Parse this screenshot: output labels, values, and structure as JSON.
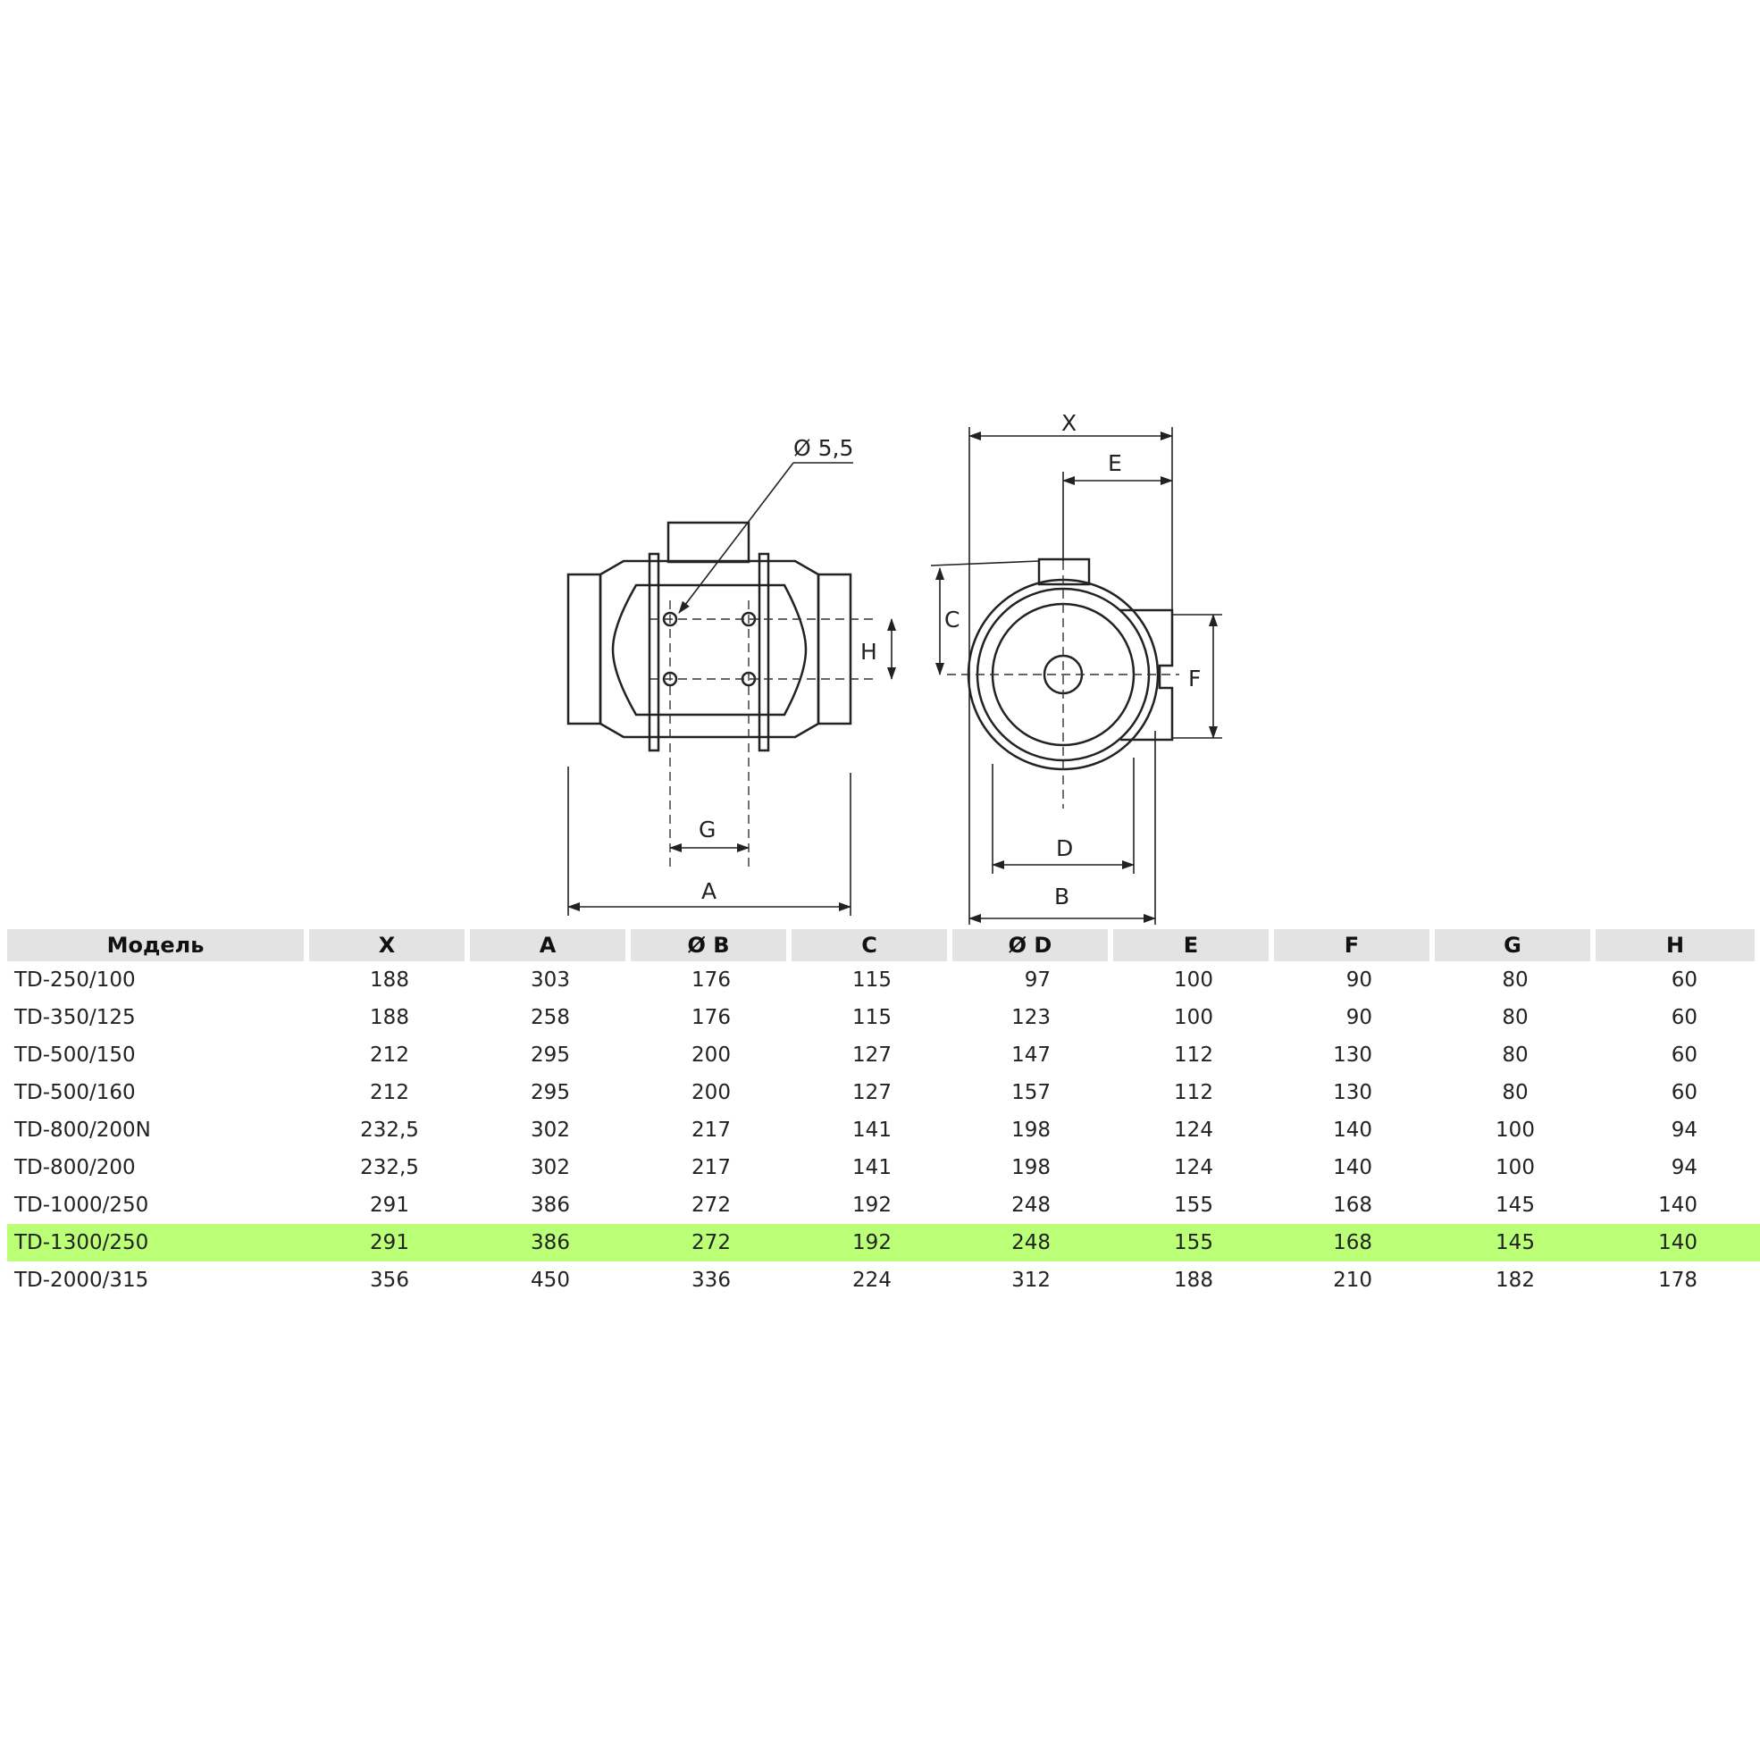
{
  "diagram": {
    "labels": {
      "hole_diameter": "Ø 5,5",
      "x": "X",
      "e": "E",
      "c": "C",
      "h": "H",
      "f": "F",
      "g": "G",
      "a": "A",
      "d": "D",
      "b": "B"
    }
  },
  "table": {
    "headers": [
      "Модель",
      "X",
      "A",
      "Ø B",
      "C",
      "Ø D",
      "E",
      "F",
      "G",
      "H"
    ],
    "rows": [
      [
        "TD-250/100",
        "188",
        "303",
        "176",
        "115",
        "97",
        "100",
        "90",
        "80",
        "60"
      ],
      [
        "TD-350/125",
        "188",
        "258",
        "176",
        "115",
        "123",
        "100",
        "90",
        "80",
        "60"
      ],
      [
        "TD-500/150",
        "212",
        "295",
        "200",
        "127",
        "147",
        "112",
        "130",
        "80",
        "60"
      ],
      [
        "TD-500/160",
        "212",
        "295",
        "200",
        "127",
        "157",
        "112",
        "130",
        "80",
        "60"
      ],
      [
        "TD-800/200N",
        "232,5",
        "302",
        "217",
        "141",
        "198",
        "124",
        "140",
        "100",
        "94"
      ],
      [
        "TD-800/200",
        "232,5",
        "302",
        "217",
        "141",
        "198",
        "124",
        "140",
        "100",
        "94"
      ],
      [
        "TD-1000/250",
        "291",
        "386",
        "272",
        "192",
        "248",
        "155",
        "168",
        "145",
        "140"
      ],
      [
        "TD-1300/250",
        "291",
        "386",
        "272",
        "192",
        "248",
        "155",
        "168",
        "145",
        "140"
      ],
      [
        "TD-2000/315",
        "356",
        "450",
        "336",
        "224",
        "312",
        "188",
        "210",
        "182",
        "178"
      ]
    ],
    "highlight_row": 7,
    "highlight_color": "#bbff77"
  }
}
